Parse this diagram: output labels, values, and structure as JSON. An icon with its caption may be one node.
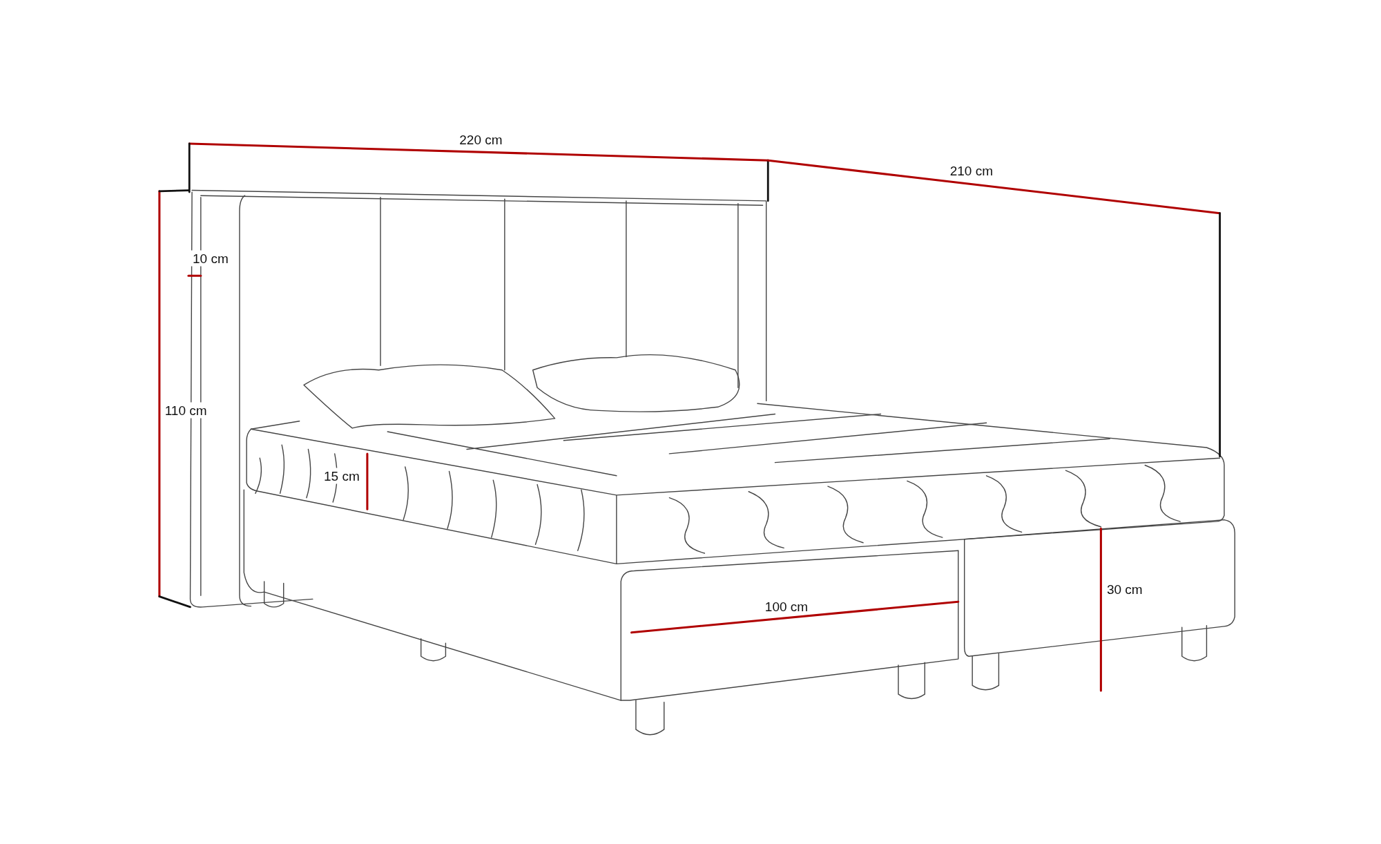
{
  "diagram": {
    "labels": [
      "220 cm",
      "210 cm",
      "10 cm",
      "110 cm",
      "15 cm",
      "100 cm",
      "30 cm"
    ]
  }
}
